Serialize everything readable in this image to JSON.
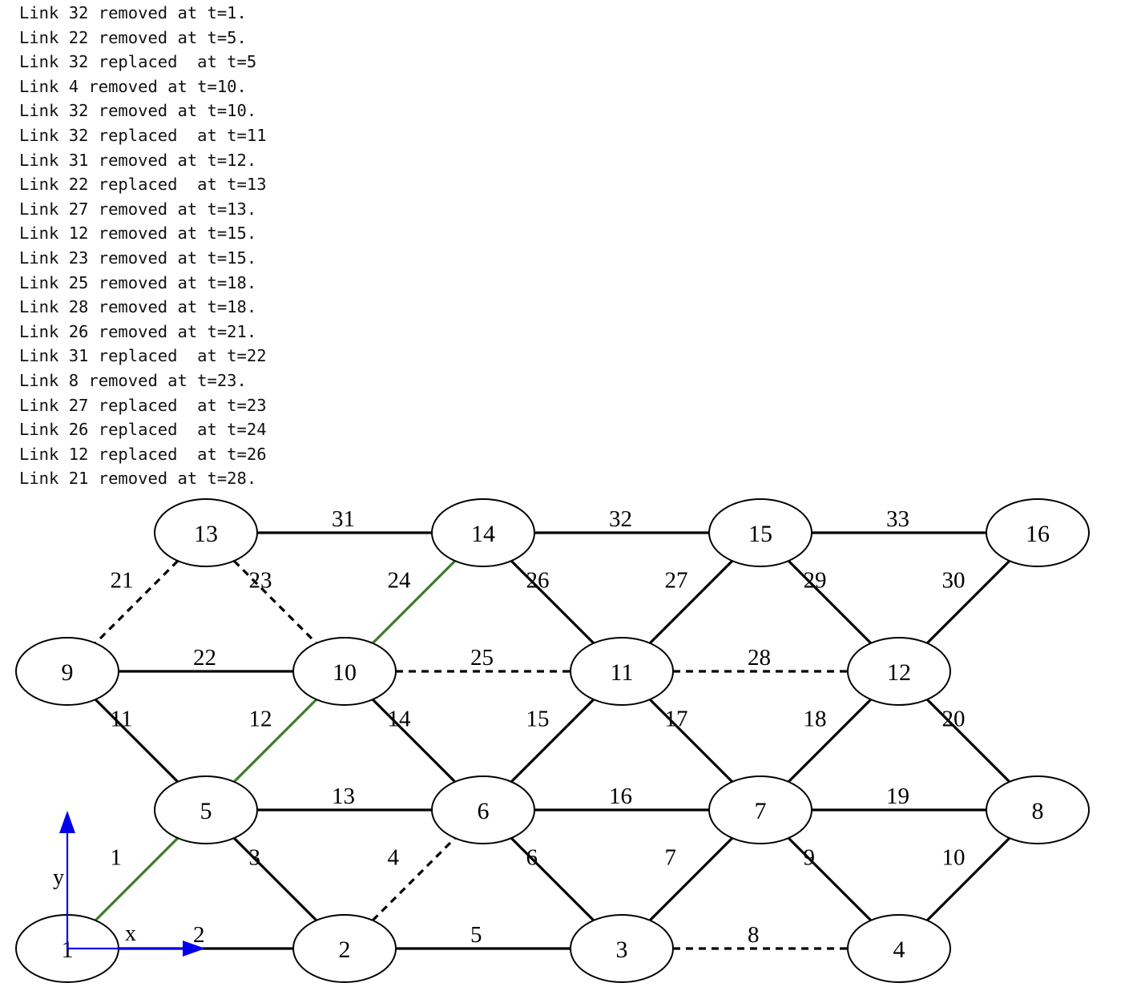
{
  "log_lines": [
    "Link 32 removed at t=1.",
    "Link 22 removed at t=5.",
    "Link 32 replaced  at t=5",
    "Link 4 removed at t=10.",
    "Link 32 removed at t=10.",
    "Link 32 replaced  at t=11",
    "Link 31 removed at t=12.",
    "Link 22 replaced  at t=13",
    "Link 27 removed at t=13.",
    "Link 12 removed at t=15.",
    "Link 23 removed at t=15.",
    "Link 25 removed at t=18.",
    "Link 28 removed at t=18.",
    "Link 26 removed at t=21.",
    "Link 31 replaced  at t=22",
    "Link 8 removed at t=23.",
    "Link 27 replaced  at t=23",
    "Link 26 replaced  at t=24",
    "Link 12 replaced  at t=26",
    "Link 21 removed at t=28."
  ],
  "graph": {
    "nodes": [
      "1",
      "2",
      "3",
      "4",
      "5",
      "6",
      "7",
      "8",
      "9",
      "10",
      "11",
      "12",
      "13",
      "14",
      "15",
      "16"
    ],
    "links": [
      {
        "id": "1",
        "from": "1",
        "to": "5",
        "style": "path"
      },
      {
        "id": "2",
        "from": "1",
        "to": "2",
        "style": "solid"
      },
      {
        "id": "3",
        "from": "5",
        "to": "2",
        "style": "solid"
      },
      {
        "id": "4",
        "from": "2",
        "to": "6",
        "style": "dashed"
      },
      {
        "id": "5",
        "from": "2",
        "to": "3",
        "style": "solid"
      },
      {
        "id": "6",
        "from": "6",
        "to": "3",
        "style": "solid"
      },
      {
        "id": "7",
        "from": "3",
        "to": "7",
        "style": "solid"
      },
      {
        "id": "8",
        "from": "3",
        "to": "4",
        "style": "dashed"
      },
      {
        "id": "9",
        "from": "7",
        "to": "4",
        "style": "solid"
      },
      {
        "id": "10",
        "from": "4",
        "to": "8",
        "style": "solid"
      },
      {
        "id": "11",
        "from": "9",
        "to": "5",
        "style": "solid"
      },
      {
        "id": "12",
        "from": "5",
        "to": "10",
        "style": "path"
      },
      {
        "id": "13",
        "from": "5",
        "to": "6",
        "style": "solid"
      },
      {
        "id": "14",
        "from": "10",
        "to": "6",
        "style": "solid"
      },
      {
        "id": "15",
        "from": "6",
        "to": "11",
        "style": "solid"
      },
      {
        "id": "16",
        "from": "6",
        "to": "7",
        "style": "solid"
      },
      {
        "id": "17",
        "from": "11",
        "to": "7",
        "style": "solid"
      },
      {
        "id": "18",
        "from": "7",
        "to": "12",
        "style": "solid"
      },
      {
        "id": "19",
        "from": "7",
        "to": "8",
        "style": "solid"
      },
      {
        "id": "20",
        "from": "12",
        "to": "8",
        "style": "solid"
      },
      {
        "id": "21",
        "from": "13",
        "to": "9",
        "style": "dashed"
      },
      {
        "id": "22",
        "from": "9",
        "to": "10",
        "style": "solid"
      },
      {
        "id": "23",
        "from": "13",
        "to": "10",
        "style": "dashed"
      },
      {
        "id": "24",
        "from": "10",
        "to": "14",
        "style": "path"
      },
      {
        "id": "25",
        "from": "10",
        "to": "11",
        "style": "dashed"
      },
      {
        "id": "26",
        "from": "14",
        "to": "11",
        "style": "solid"
      },
      {
        "id": "27",
        "from": "11",
        "to": "15",
        "style": "solid"
      },
      {
        "id": "28",
        "from": "11",
        "to": "12",
        "style": "dashed"
      },
      {
        "id": "29",
        "from": "15",
        "to": "12",
        "style": "solid"
      },
      {
        "id": "30",
        "from": "12",
        "to": "16",
        "style": "solid"
      },
      {
        "id": "31",
        "from": "13",
        "to": "14",
        "style": "solid"
      },
      {
        "id": "32",
        "from": "14",
        "to": "15",
        "style": "solid"
      },
      {
        "id": "33",
        "from": "15",
        "to": "16",
        "style": "solid"
      }
    ],
    "axis": {
      "x_label": "x",
      "y_label": "y"
    },
    "colors": {
      "path": "#3a7d2a",
      "edge": "#000000",
      "axis": "#0000ee",
      "node_fill": "#ffffff"
    }
  }
}
